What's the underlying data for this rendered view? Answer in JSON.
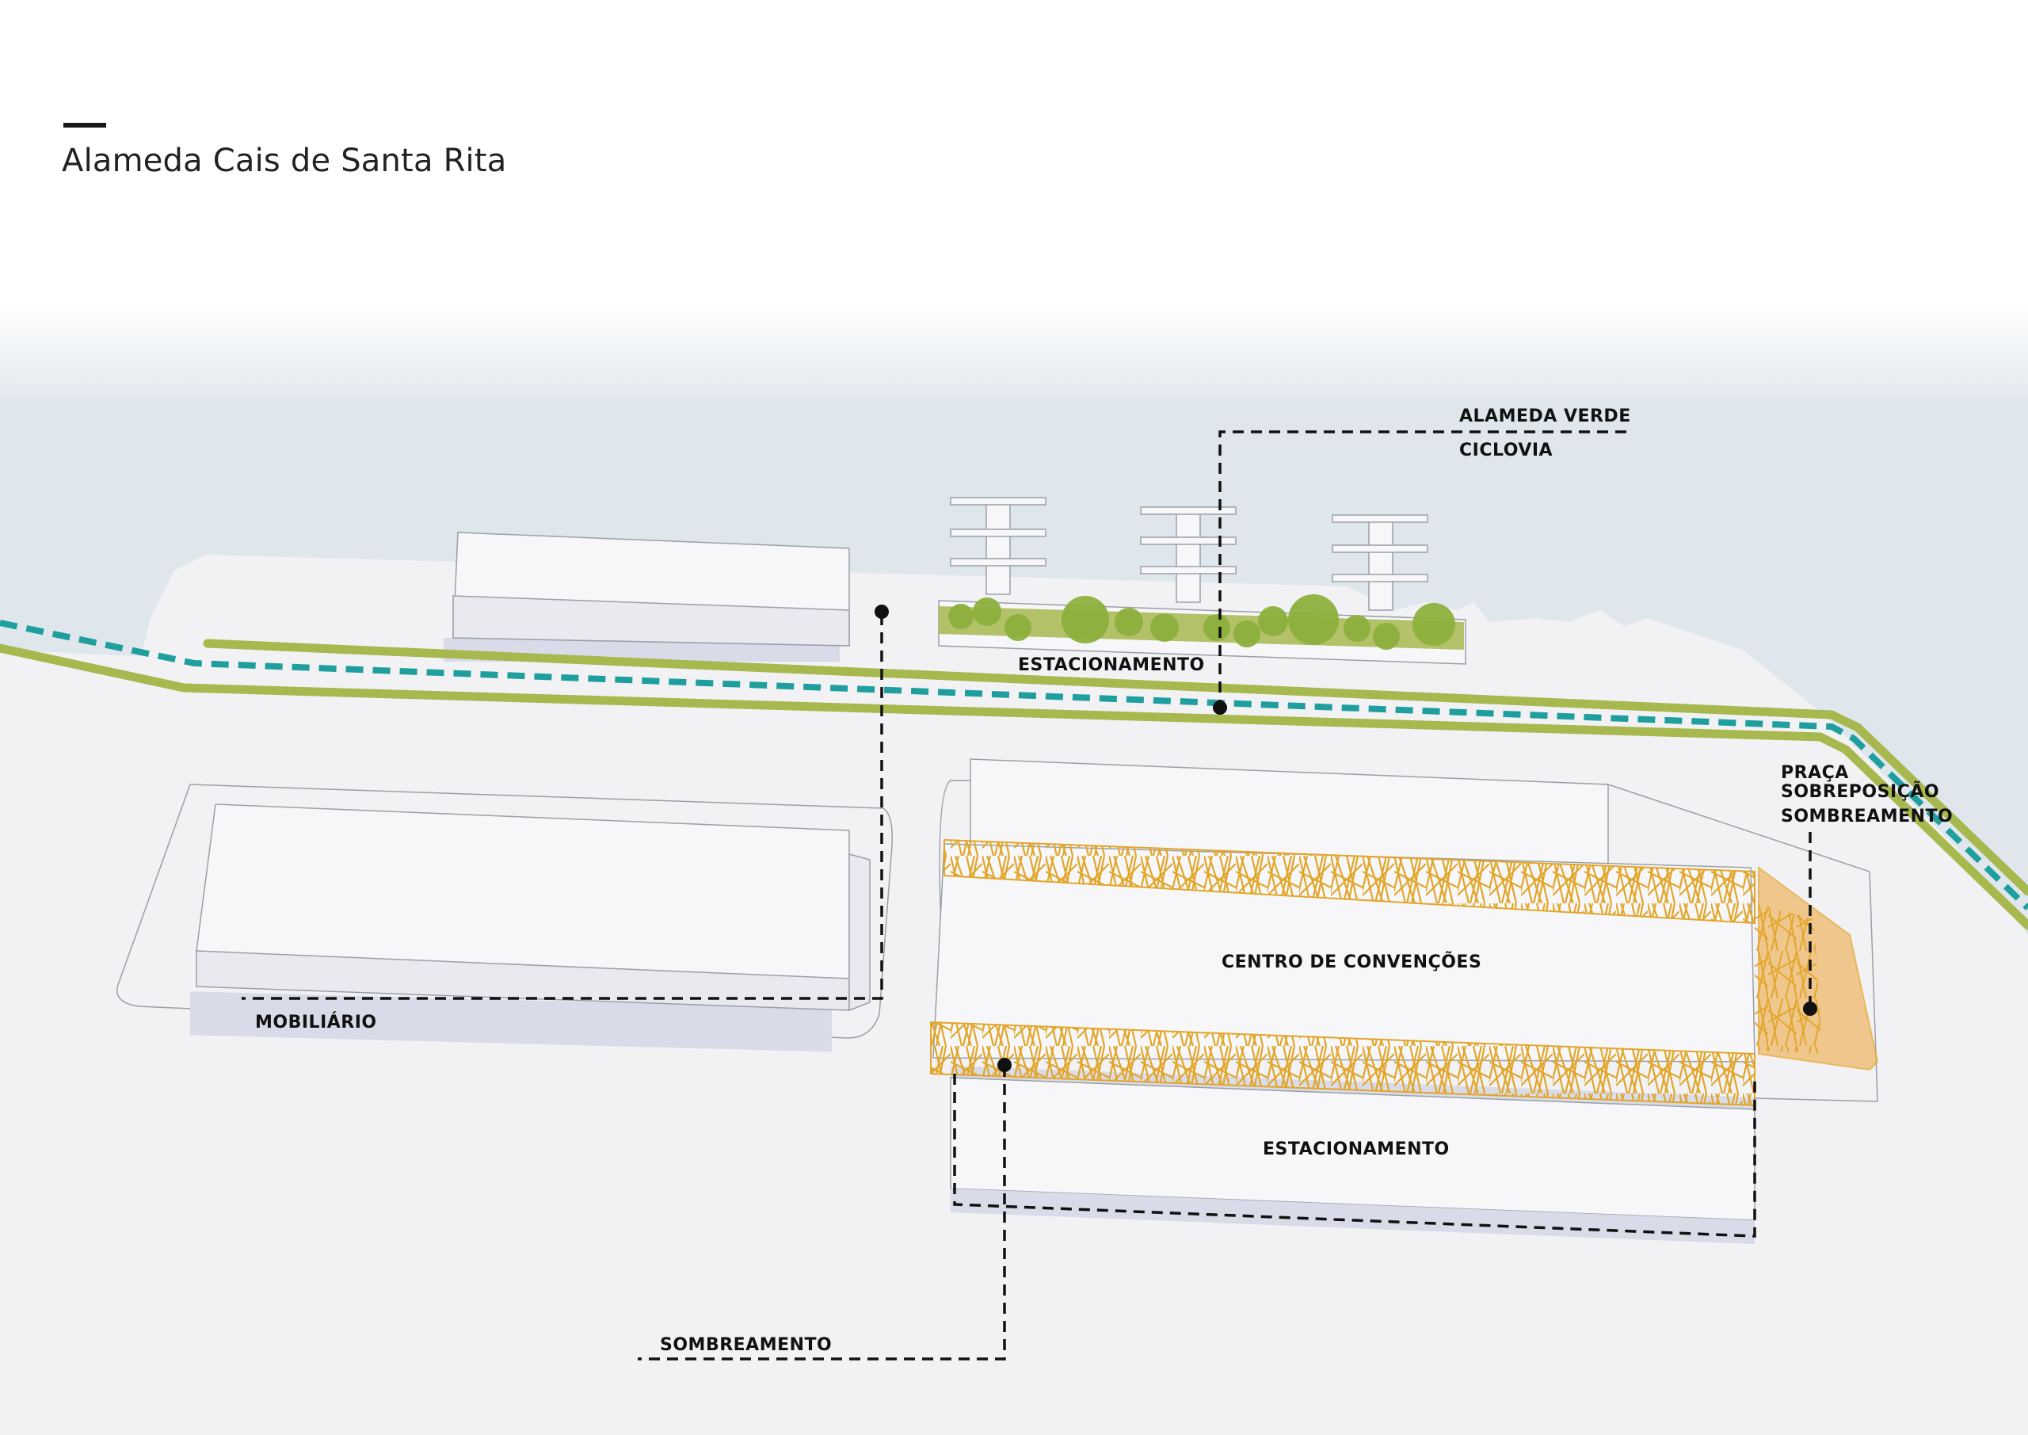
{
  "title": "Alameda Cais de Santa Rita",
  "labels": {
    "alameda_verde": "ALAMEDA VERDE",
    "ciclovia": "CICLOVIA",
    "estacionamento_top": "ESTACIONAMENTO",
    "praca": "PRAÇA",
    "sobreposicao": "SOBREPOSIÇÃO",
    "sombreamento_right": "SOMBREAMENTO",
    "centro": "CENTRO DE CONVENÇÕES",
    "mobiliario": "MOBILIÁRIO",
    "estacionamento_bottom": "ESTACIONAMENTO",
    "sombreamento_bottom": "SOMBREAMENTO"
  },
  "colors": {
    "water": "#dfe7ec",
    "ground": "#f2f1f4",
    "building_top": "#f7f7f9",
    "building_side": "#e6e6ec",
    "shadow": "#d9dbe8",
    "green_band": "#a7b84f",
    "cycle_path": "#1f9e9e",
    "trees": "#8db03c",
    "lattice": "#e2a62a",
    "plaza_fill": "#efb96a",
    "leader": "#111111"
  }
}
